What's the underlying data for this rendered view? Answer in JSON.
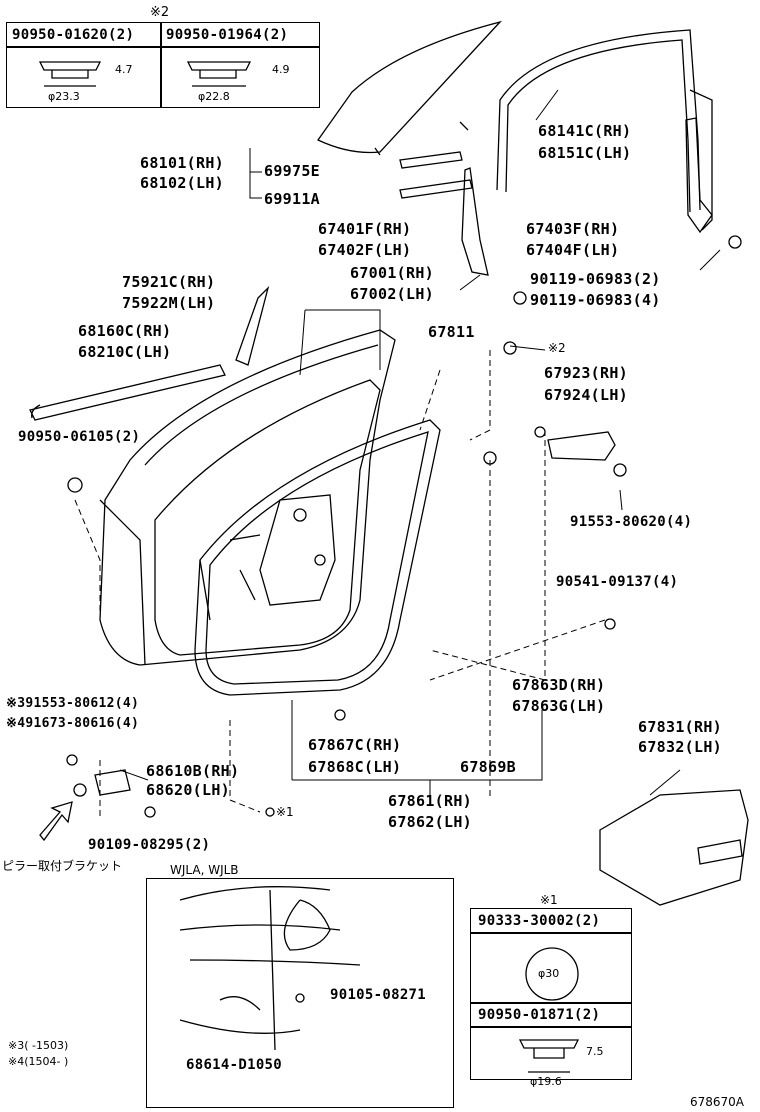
{
  "diagram_ref": "678670A",
  "top_box": {
    "note_mark": "※2",
    "items": [
      {
        "part": "90950-01620(2)",
        "height": "4.7",
        "dia": "φ23.3"
      },
      {
        "part": "90950-01964(2)",
        "height": "4.9",
        "dia": "φ22.8"
      }
    ]
  },
  "labels": {
    "p68101": "68101(RH)",
    "p68102": "68102(LH)",
    "p69975": "69975E",
    "p69911": "69911A",
    "p68141": "68141C(RH)",
    "p68151": "68151C(LH)",
    "p67401": "67401F(RH)",
    "p67402": "67402F(LH)",
    "p67403": "67403F(RH)",
    "p67404": "67404F(LH)",
    "p90119a": "90119-06983(2)",
    "p90119b": "90119-06983(4)",
    "p75921": "75921C(RH)",
    "p75922": "75922M(LH)",
    "p67001": "67001(RH)",
    "p67002": "67002(LH)",
    "p68160": "68160C(RH)",
    "p68210": "68210C(LH)",
    "p67811": "67811",
    "mark2": "※2",
    "p67923": "67923(RH)",
    "p67924": "67924(LH)",
    "p90950_06105": "90950-06105(2)",
    "p91553_80620": "91553-80620(4)",
    "p90541": "90541-09137(4)",
    "p67863d": "67863D(RH)",
    "p67863g": "67863G(LH)",
    "p91553_80612": "※391553-80612(4)",
    "p91673": "※491673-80616(4)",
    "p68610": "68610B(RH)",
    "p68620": "68620(LH)",
    "mark1": "※1",
    "p67867": "67867C(RH)",
    "p67868": "67868C(LH)",
    "p67869": "67869B",
    "p67831": "67831(RH)",
    "p67832": "67832(LH)",
    "p90109": "90109-08295(2)",
    "p67861": "67861(RH)",
    "p67862": "67862(LH)",
    "pillar_bracket": "ピラー取付ブラケット",
    "wjla": "WJLA, WJLB",
    "p90105": "90105-08271",
    "p68614": "68614-D1050",
    "note3": "※3(    -1503)",
    "note4": "※4(1504-    )"
  },
  "bottom_box": {
    "note_mark": "※1",
    "items": [
      {
        "part": "90333-30002(2)",
        "dia": "φ30"
      },
      {
        "part": "90950-01871(2)",
        "height": "7.5",
        "dia": "φ19.6"
      }
    ]
  }
}
